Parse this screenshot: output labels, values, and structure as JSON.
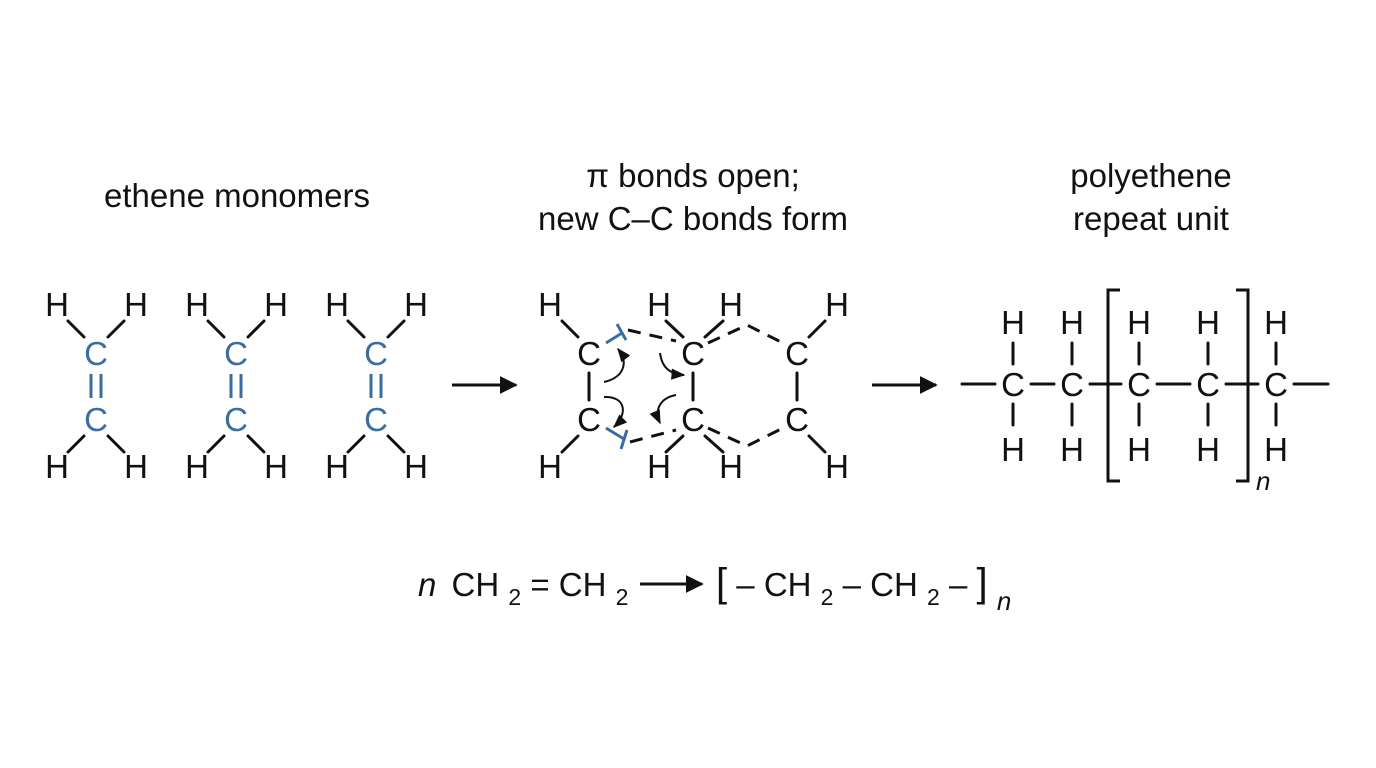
{
  "colors": {
    "accent": "#3a6e9f",
    "ink": "#111111",
    "background": "#ffffff"
  },
  "headings": {
    "monomers": "ethene monomers",
    "mechanism_line1": "π bonds open;",
    "mechanism_line2": "new C–C bonds form",
    "product_line1": "polyethene",
    "product_line2": "repeat unit"
  },
  "atoms": {
    "carbon": "C",
    "hydrogen": "H"
  },
  "subscripts": {
    "repeat": "n"
  },
  "equation": {
    "coefficient": "n",
    "monomer_part1": "CH",
    "monomer_sub1": "2",
    "monomer_eq": "=",
    "monomer_part2": "CH",
    "monomer_sub2": "2",
    "polymer_open": "[",
    "polymer_dash1": "–",
    "polymer_part1": "CH",
    "polymer_sub1": "2",
    "polymer_dash2": "–",
    "polymer_part2": "CH",
    "polymer_sub2": "2",
    "polymer_dash3": "–",
    "polymer_close": "]",
    "polymer_n": "n"
  }
}
